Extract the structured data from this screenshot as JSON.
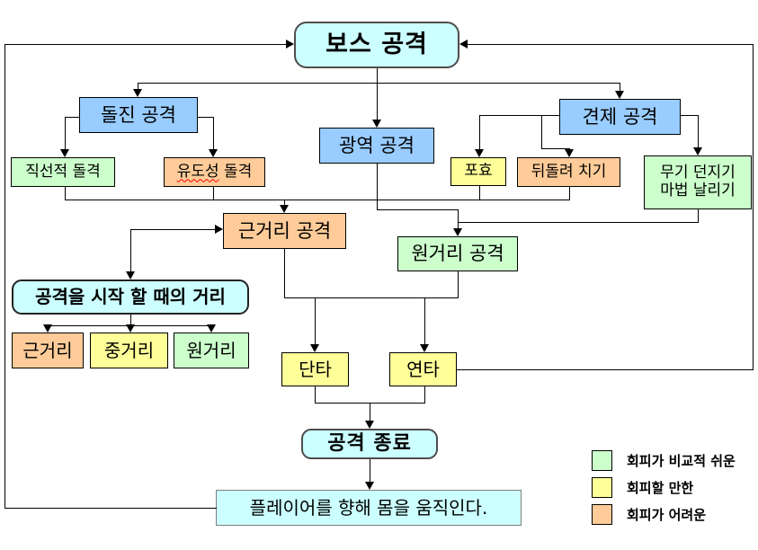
{
  "nodes": {
    "boss": {
      "label": "보스 공격"
    },
    "charge": {
      "label": "돌진 공격"
    },
    "linear_charge": {
      "label": "직선적 돌격"
    },
    "guided_charge": {
      "word1": "유도성",
      "word2": "돌격"
    },
    "area": {
      "label": "광역 공격"
    },
    "check": {
      "label": "견제 공격"
    },
    "roar": {
      "label": "포효"
    },
    "spin_hit": {
      "label": "뒤돌려 치기"
    },
    "throw": {
      "line1": "무기 던지기",
      "line2": "마법 날리기"
    },
    "melee": {
      "label": "근거리 공격"
    },
    "ranged": {
      "label": "원거리 공격"
    },
    "start_distance": {
      "label": "공격을 시작 할 때의 거리"
    },
    "near": {
      "label": "근거리"
    },
    "mid": {
      "label": "중거리"
    },
    "far": {
      "label": "원거리"
    },
    "single_hit": {
      "label": "단타"
    },
    "multi_hit": {
      "label": "연타"
    },
    "attack_end": {
      "label": "공격 종료"
    },
    "move_to_player": {
      "label": "플레이어를 향해 몸을 움직인다."
    }
  },
  "legend": {
    "items": [
      {
        "label": "회피가 비교적 쉬운",
        "color": "#ccffcc"
      },
      {
        "label": "회피할 만한",
        "color": "#ffff99"
      },
      {
        "label": "회피가 어려운",
        "color": "#ffcc99"
      }
    ]
  },
  "colors": {
    "terminator": "#ccffff",
    "category": "#99ccff",
    "easy": "#ccffcc",
    "medium": "#ffff99",
    "hard": "#ffcc99",
    "connector": "#000000",
    "spellcheck_underline": "#ff0000"
  }
}
